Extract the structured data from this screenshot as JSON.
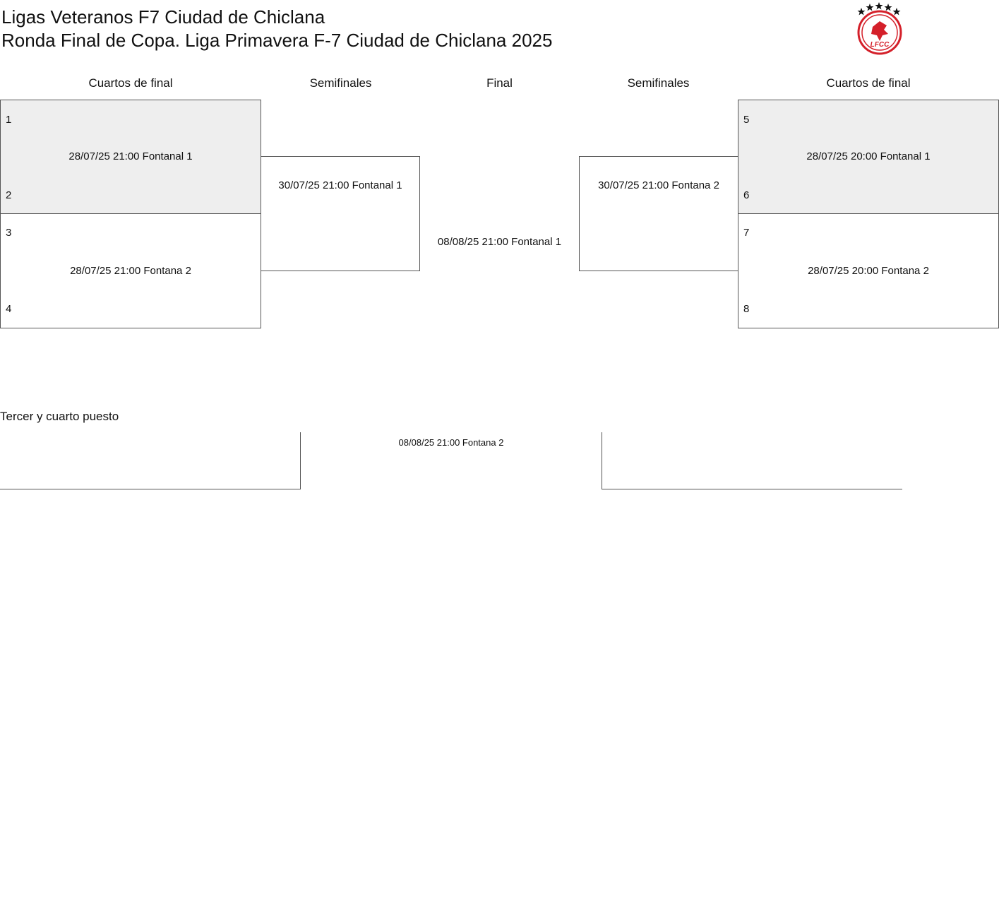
{
  "header": {
    "title_line1": "Ligas Veteranos F7 Ciudad de Chiclana",
    "title_line2": "Ronda Final de Copa. Liga Primavera F-7 Ciudad de Chiclana 2025",
    "logo_text": "LFCC"
  },
  "columns": {
    "qf_left": "Cuartos de final",
    "sf_left": "Semifinales",
    "final": "Final",
    "sf_right": "Semifinales",
    "qf_right": "Cuartos de final"
  },
  "left_bracket": {
    "qf1": {
      "top_slot": "1",
      "bottom_slot": "2",
      "info": "28/07/25 21:00 Fontanal 1"
    },
    "qf2": {
      "top_slot": "3",
      "bottom_slot": "4",
      "info": "28/07/25 21:00 Fontana 2"
    },
    "sf": {
      "info": "30/07/25 21:00 Fontanal 1"
    }
  },
  "final": {
    "info": "08/08/25 21:00 Fontanal 1"
  },
  "right_bracket": {
    "sf": {
      "info": "30/07/25 21:00 Fontana 2"
    },
    "qf3": {
      "top_slot": "5",
      "bottom_slot": "6",
      "info": "28/07/25 20:00 Fontanal 1"
    },
    "qf4": {
      "top_slot": "7",
      "bottom_slot": "8",
      "info": "28/07/25 20:00 Fontana 2"
    }
  },
  "third_place": {
    "title": "Tercer y cuarto puesto",
    "info": "08/08/25 21:00 Fontana 2"
  },
  "colors": {
    "shaded_box": "#eeeeee",
    "logo_red": "#d4202a",
    "border": "#555555"
  }
}
